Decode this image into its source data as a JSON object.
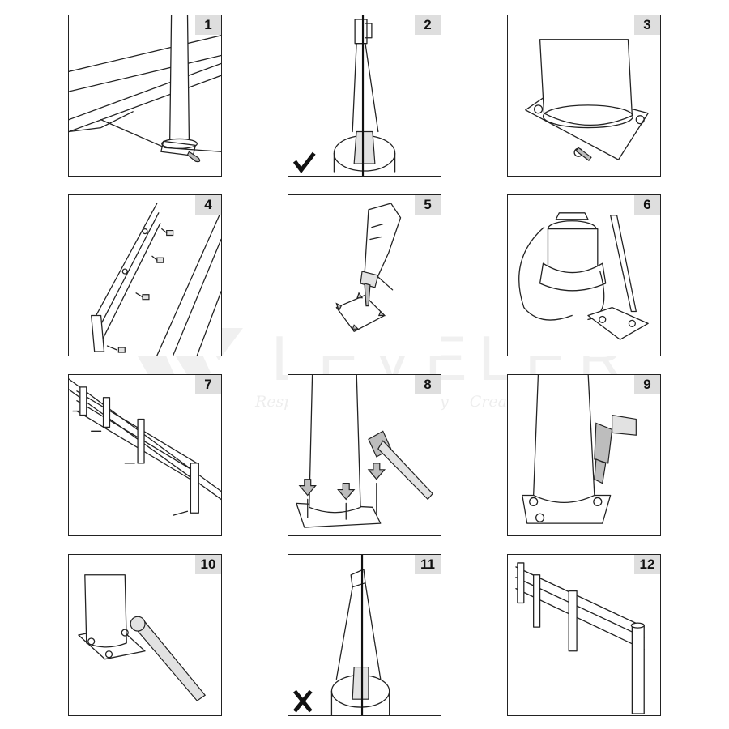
{
  "steps": [
    {
      "number": "1",
      "depicts": "post-on-kerb-with-pin"
    },
    {
      "number": "2",
      "depicts": "plumb-check-correct",
      "mark": "check-mark-icon"
    },
    {
      "number": "3",
      "depicts": "base-plate-with-anchor-pin"
    },
    {
      "number": "4",
      "depicts": "layout-posts-along-kerb"
    },
    {
      "number": "5",
      "depicts": "drill-anchor-holes"
    },
    {
      "number": "6",
      "depicts": "vacuum-clean-holes"
    },
    {
      "number": "7",
      "depicts": "position-barrier-rails"
    },
    {
      "number": "8",
      "depicts": "hammer-in-anchors"
    },
    {
      "number": "9",
      "depicts": "drive-screws"
    },
    {
      "number": "10",
      "depicts": "tighten-with-wrench"
    },
    {
      "number": "11",
      "depicts": "plumb-check-incorrect",
      "mark": "cross-mark-icon"
    },
    {
      "number": "12",
      "depicts": "finished-barrier"
    }
  ],
  "watermark": {
    "brand": "LEVELER",
    "tagline": "Respect  Responsibility  Creativity"
  },
  "colors": {
    "line": "#222222",
    "tag_bg": "#dedede",
    "tool_fill": "#bdbdbd"
  }
}
